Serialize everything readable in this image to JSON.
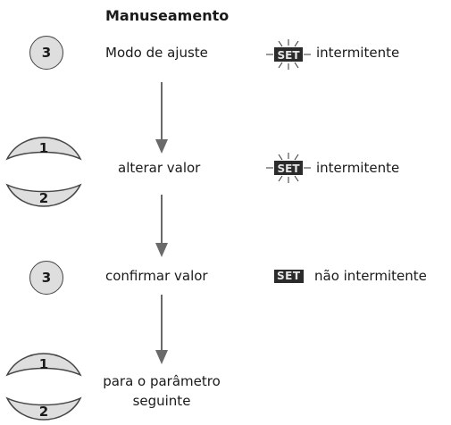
{
  "title": "Manuseamento",
  "steps": [
    {
      "button": "3",
      "label": "Modo de ajuste",
      "badge": "SET",
      "status": "intermitente"
    },
    {
      "button_up": "1",
      "button_down": "2",
      "label": "alterar valor",
      "badge": "SET",
      "status": "intermitente"
    },
    {
      "button": "3",
      "label": "confirmar valor",
      "badge": "SET",
      "status": "não intermitente"
    },
    {
      "button_up": "1",
      "button_down": "2",
      "label_line1": "para o parâmetro",
      "label_line2": "seguinte"
    }
  ]
}
